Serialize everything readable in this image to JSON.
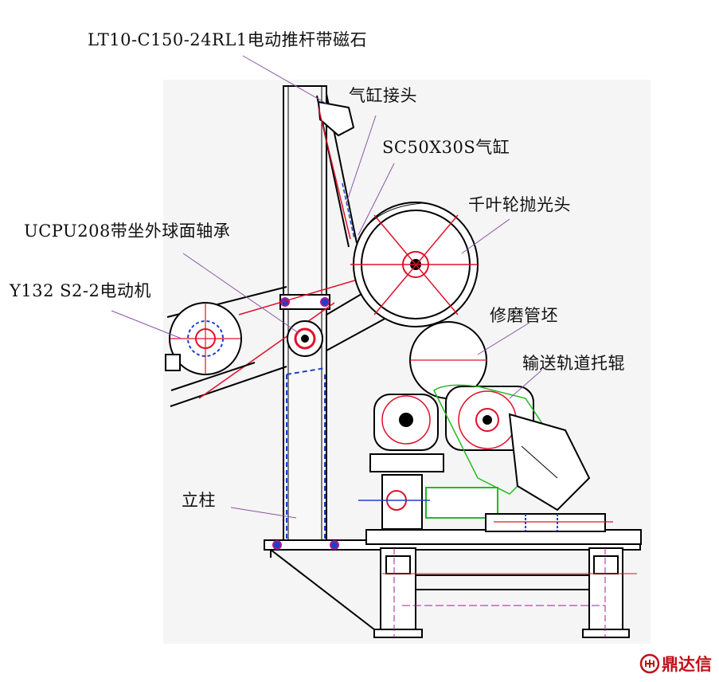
{
  "labels": {
    "actuator": "LT10-C150-24RL1电动推杆带磁石",
    "cylinder_joint": "气缸接头",
    "cylinder": "SC50X30S气缸",
    "flap_wheel": "千叶轮抛光头",
    "bearing": "UCPU208带坐外球面轴承",
    "motor": "Y132 S2-2电动机",
    "tube_blank": "修磨管坯",
    "roller": "输送轨道托辊",
    "column": "立柱"
  },
  "watermark": {
    "text": "鼎达信"
  },
  "colors": {
    "line": "#000000",
    "red": "#e0102a",
    "blue": "#1a3fd0",
    "green": "#22bb22",
    "magenta": "#b01890",
    "leader": "#7a4aa0",
    "background_panel": "#f4f4f4",
    "watermark": "#c0101a"
  }
}
